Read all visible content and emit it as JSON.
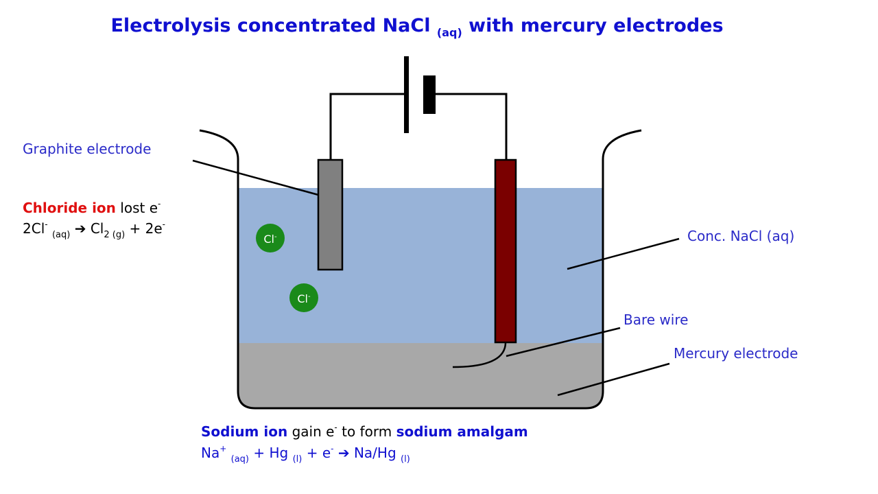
{
  "title": {
    "main": "Electrolysis concentrated NaCl",
    "sub": "(aq)",
    "rest": "with mercury electrodes"
  },
  "labels": {
    "graphite": "Graphite electrode",
    "nacl": "Conc. NaCl (aq)",
    "bare_wire": "Bare wire",
    "mercury": "Mercury electrode"
  },
  "chloride": {
    "highlight": "Chloride ion",
    "text": "lost e",
    "sup": "-",
    "eq_lhs": "2Cl",
    "eq_lhs_sup": "-",
    "eq_lhs_sub": "(aq)",
    "arrow": "➔",
    "eq_rhs": "Cl",
    "eq_rhs_sub": "2 (g)",
    "eq_rhs_tail": "+ 2e",
    "eq_rhs_sup": "-"
  },
  "ions": [
    {
      "symbol": "Cl",
      "charge": "-"
    },
    {
      "symbol": "Cl",
      "charge": "-"
    }
  ],
  "sodium": {
    "highlight1": "Sodium ion",
    "middle": "gain e",
    "middle_sup": "-",
    "middle2": "to form",
    "highlight2": "sodium amalgam",
    "eq_a": "Na",
    "eq_a_sup": "+",
    "eq_a_sub": "(aq)",
    "eq_b": "+ Hg",
    "eq_b_sub": "(l)",
    "eq_c": "+ e",
    "eq_c_sup": "-",
    "arrow": "➔",
    "eq_d": "Na/Hg",
    "eq_d_sub": "(l)"
  },
  "colors": {
    "title": "#1010d0",
    "label": "#2a2ac8",
    "red": "#e01010",
    "solution": "#98b3d8",
    "mercury": "#a8a8a8",
    "graphite": "#808080",
    "wire_electrode": "#7a0000",
    "ion": "#1a8a1a"
  }
}
